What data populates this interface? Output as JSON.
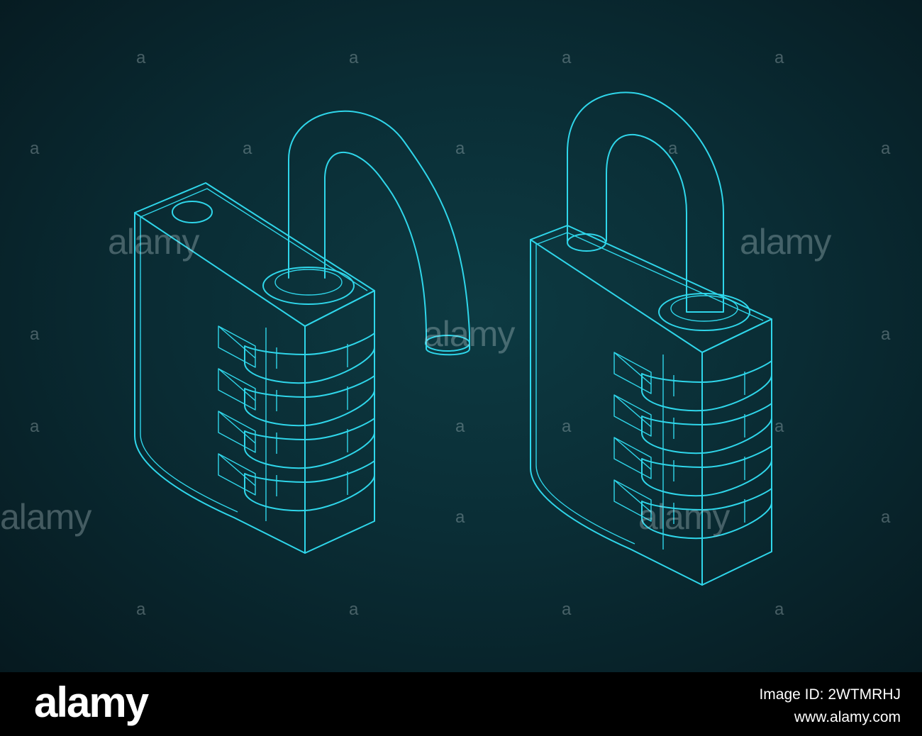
{
  "image": {
    "subject": "Isometric blueprint of two combination padlocks, one with open shackle and one with closed shackle",
    "background_color": "#0a2d35",
    "line_color": "#2fd6ea"
  },
  "watermark": {
    "word": "alamy",
    "letter": "a"
  },
  "footer": {
    "brand": "alamy",
    "image_id": "Image ID: 2WTMRHJ",
    "url": "www.alamy.com"
  }
}
